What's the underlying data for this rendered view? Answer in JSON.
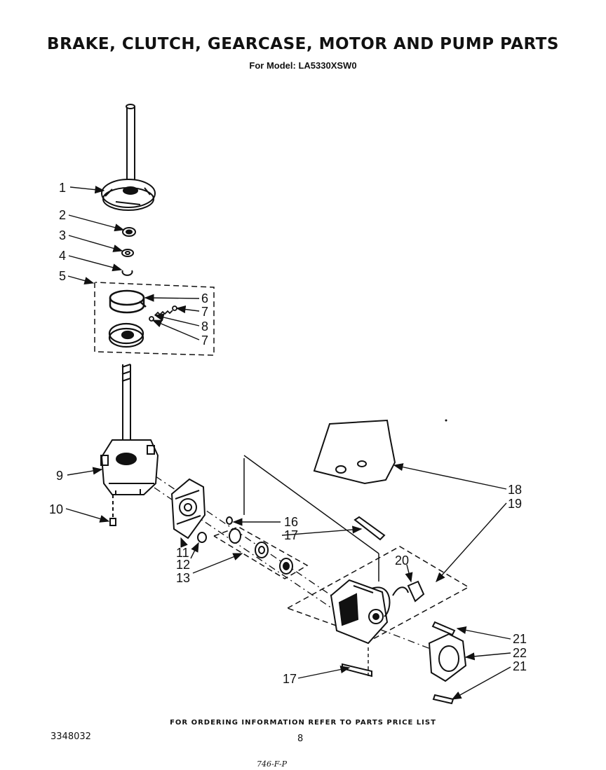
{
  "header": {
    "title": "BRAKE, CLUTCH, GEARCASE, MOTOR AND PUMP PARTS",
    "subtitle": "For Model: LA5330XSW0"
  },
  "callouts": [
    {
      "id": "c1",
      "label": "1"
    },
    {
      "id": "c2",
      "label": "2"
    },
    {
      "id": "c3",
      "label": "3"
    },
    {
      "id": "c4",
      "label": "4"
    },
    {
      "id": "c5",
      "label": "5"
    },
    {
      "id": "c6",
      "label": "6"
    },
    {
      "id": "c7a",
      "label": "7"
    },
    {
      "id": "c8",
      "label": "8"
    },
    {
      "id": "c7b",
      "label": "7"
    },
    {
      "id": "c9",
      "label": "9"
    },
    {
      "id": "c10",
      "label": "10"
    },
    {
      "id": "c11",
      "label": "11"
    },
    {
      "id": "c12",
      "label": "12"
    },
    {
      "id": "c13",
      "label": "13"
    },
    {
      "id": "c16",
      "label": "16"
    },
    {
      "id": "c17a",
      "label": "17"
    },
    {
      "id": "c18",
      "label": "18"
    },
    {
      "id": "c19",
      "label": "19"
    },
    {
      "id": "c20",
      "label": "20"
    },
    {
      "id": "c21a",
      "label": "21"
    },
    {
      "id": "c22",
      "label": "22"
    },
    {
      "id": "c21b",
      "label": "21"
    },
    {
      "id": "c17b",
      "label": "17"
    }
  ],
  "footer": {
    "order_note": "FOR ORDERING INFORMATION REFER TO PARTS PRICE LIST",
    "doc_number": "3348032",
    "page_number": "8",
    "handwritten_code": "746-F-P"
  }
}
